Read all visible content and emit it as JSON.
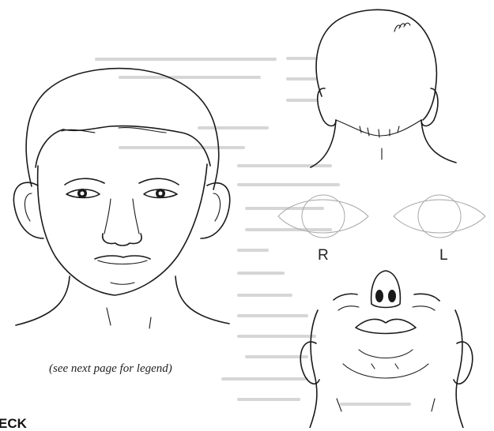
{
  "figures": {
    "front_view": {
      "icon": "head-front-view-icon"
    },
    "back_view": {
      "icon": "head-back-view-icon"
    },
    "eyes_view": {
      "icon": "eyes-diagram-icon",
      "right_label": "R",
      "left_label": "L"
    },
    "underside_view": {
      "icon": "head-underside-view-icon"
    }
  },
  "caption": "(see next page for legend)",
  "section_heading": "ECK",
  "colors": {
    "ink": "#1a1a1a",
    "eye_outline": "#a9a9a9",
    "bleed": "#d6d6d6"
  }
}
